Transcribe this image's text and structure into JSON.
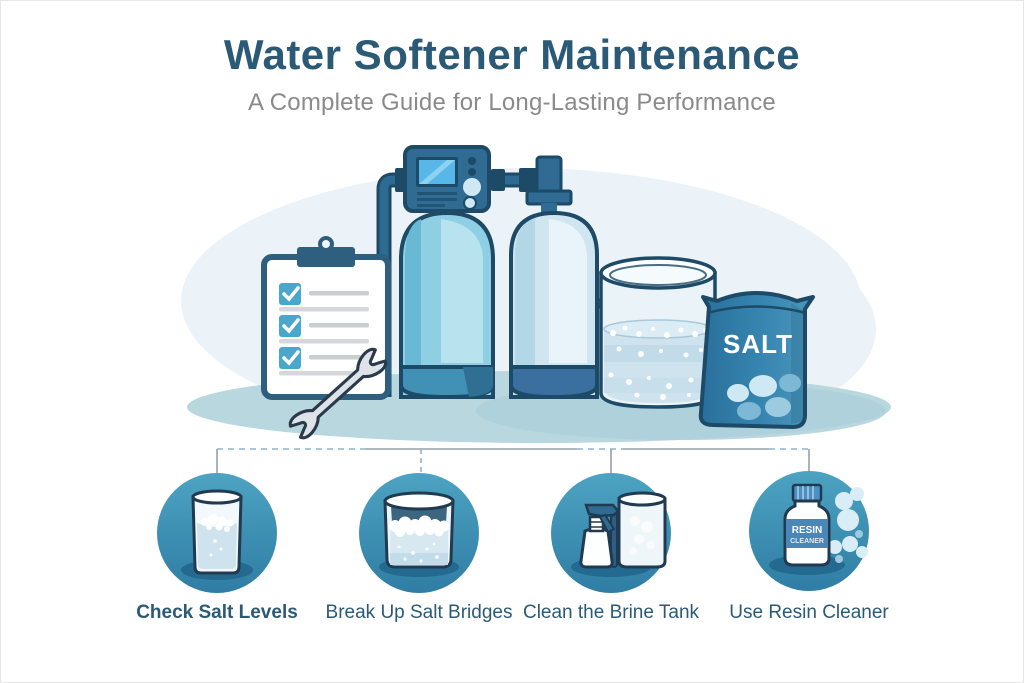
{
  "header": {
    "title": "Water Softener Maintenance",
    "subtitle": "A Complete Guide for Long-Lasting Performance"
  },
  "illustration": {
    "salt_bag_label": "SALT",
    "resin_bottle": {
      "line1": "RESIN",
      "line2": "CLEANER"
    },
    "elements": [
      "clipboard-checklist",
      "wrench",
      "softener-tank-with-control-head",
      "secondary-resin-tank",
      "brine-tank",
      "salt-bag"
    ]
  },
  "steps": [
    {
      "label": "Check Salt Levels",
      "icon": "salt-level-glass-icon"
    },
    {
      "label": "Break Up Salt Bridges",
      "icon": "salt-bridge-tank-icon"
    },
    {
      "label": "Clean the Brine Tank",
      "icon": "spray-bottle-and-tank-icon"
    },
    {
      "label": "Use Resin Cleaner",
      "icon": "resin-cleaner-bottle-icon"
    }
  ],
  "colors": {
    "title": "#2b5a77",
    "subtitle": "#8a8a8a",
    "outline": "#1d4a66",
    "pipe": "#2e6b92",
    "tank_body": "#8ecfe3",
    "tank_light": "#cfe6f0",
    "circle": "#3f93b5",
    "ground": "#b9d7df",
    "background_blob": "#ebf3f8"
  }
}
